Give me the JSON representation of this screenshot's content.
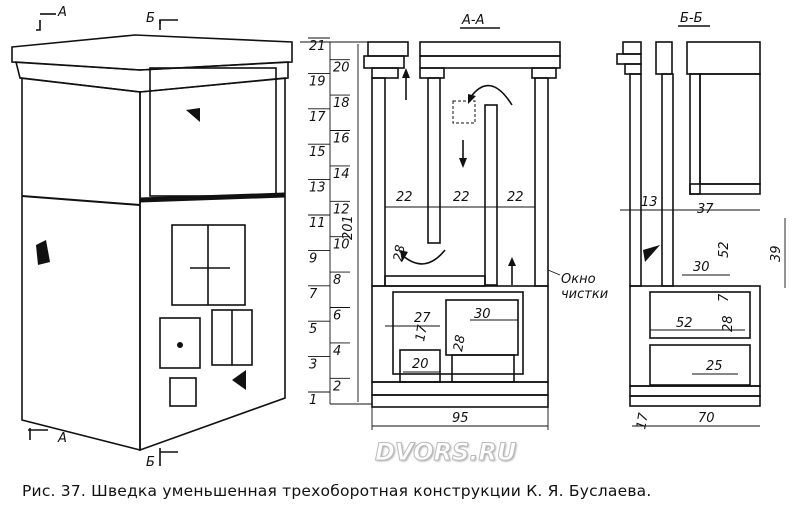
{
  "caption": "Рис. 37. Шведка уменьшенная трехоборотная конструкции К. Я. Буслаева.",
  "watermark": "DVORS.RU",
  "section_marks": {
    "a_top": "А",
    "b_top": "Б",
    "a_bottom": "А",
    "b_bottom": "Б"
  },
  "section_a": {
    "title": "А-А",
    "cleanout_label_1": "Окно",
    "cleanout_label_2": "чистки",
    "dims": {
      "channel_1": "22",
      "channel_2": "22",
      "channel_3": "22",
      "height_total": "201",
      "lower_28": "28",
      "firebox_27": "27",
      "oven_30": "30",
      "oven_28": "28",
      "gap_17": "17",
      "ash_20": "20",
      "width": "95"
    }
  },
  "section_b": {
    "title": "Б-Б",
    "dims": {
      "wall_13": "13",
      "depth_37": "37",
      "h_52": "52",
      "h_39": "39",
      "w_30": "30",
      "gap_7": "7",
      "w_52": "52",
      "h_28": "28",
      "w_25": "25",
      "base_17": "17",
      "width": "70"
    }
  },
  "row_scale": {
    "odd": [
      "1",
      "3",
      "5",
      "7",
      "9",
      "11",
      "13",
      "15",
      "17",
      "19",
      "21"
    ],
    "even": [
      "2",
      "4",
      "6",
      "8",
      "10",
      "12",
      "14",
      "16",
      "18",
      "20"
    ]
  }
}
